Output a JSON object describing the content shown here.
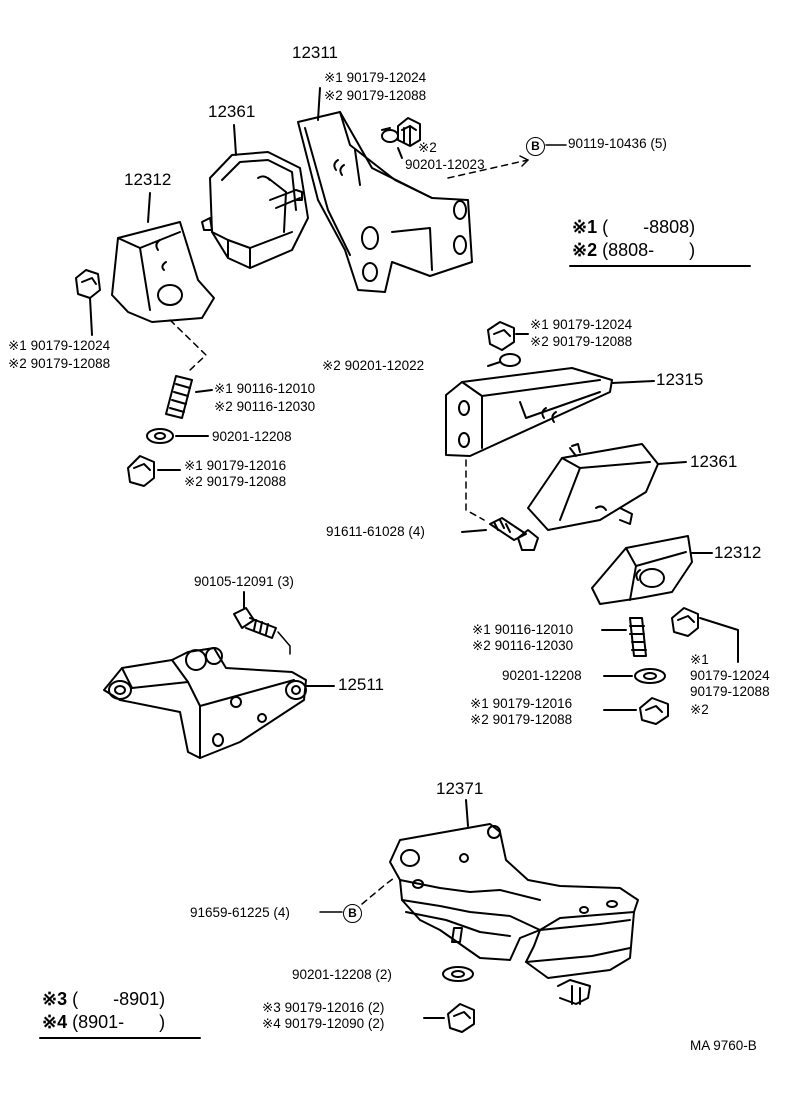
{
  "labels": {
    "p12311": "12311",
    "p12311_n1": "※1 90179-12024",
    "p12311_n2": "※2 90179-12088",
    "p12361a": "12361",
    "n2a_mark": "※2",
    "p90201_12023": "90201-12023",
    "bolt_b_top": "90119-10436 (5)",
    "p12312a": "12312",
    "left_n1": "※1 90179-12024",
    "left_n2": "※2 90179-12088",
    "left_stud1": "※1 90116-12010",
    "left_stud2": "※2 90116-12030",
    "left_washer": "90201-12208",
    "left_nutb1": "※1 90179-12016",
    "left_nutb2": "※2 90179-12088",
    "r_n1": "※1 90179-12024",
    "r_n2": "※2 90179-12088",
    "r_washer": "※2 90201-12022",
    "p12315": "12315",
    "p12361b": "12361",
    "bolt_91611": "91611-61028 (4)",
    "p12312b": "12312",
    "bolt_90105": "90105-12091 (3)",
    "p12511": "12511",
    "r_stud1": "※1 90116-12010",
    "r_stud2": "※2 90116-12030",
    "r_washer2": "90201-12208",
    "r_nutb1": "※1 90179-12016",
    "r_nutb2": "※2 90179-12088",
    "r_side_mark1": "※1",
    "r_side_n1": "90179-12024",
    "r_side_n2": "90179-12088",
    "r_side_mark2": "※2",
    "p12371": "12371",
    "bolt_91659": "91659-61225 (4)",
    "bot_washer": "90201-12208 (2)",
    "bot_nut3": "※3 90179-12016 (2)",
    "bot_nut4": "※4 90179-12090 (2)",
    "ref_code": "MA  9760-B",
    "b_marker": "B"
  },
  "legend_top": [
    {
      "mark": "※1",
      "range": "(       -8808)"
    },
    {
      "mark": "※2",
      "range": "(8808-       )"
    }
  ],
  "legend_bottom": [
    {
      "mark": "※3",
      "range": "(       -8901)"
    },
    {
      "mark": "※4",
      "range": "(8901-       )"
    }
  ]
}
